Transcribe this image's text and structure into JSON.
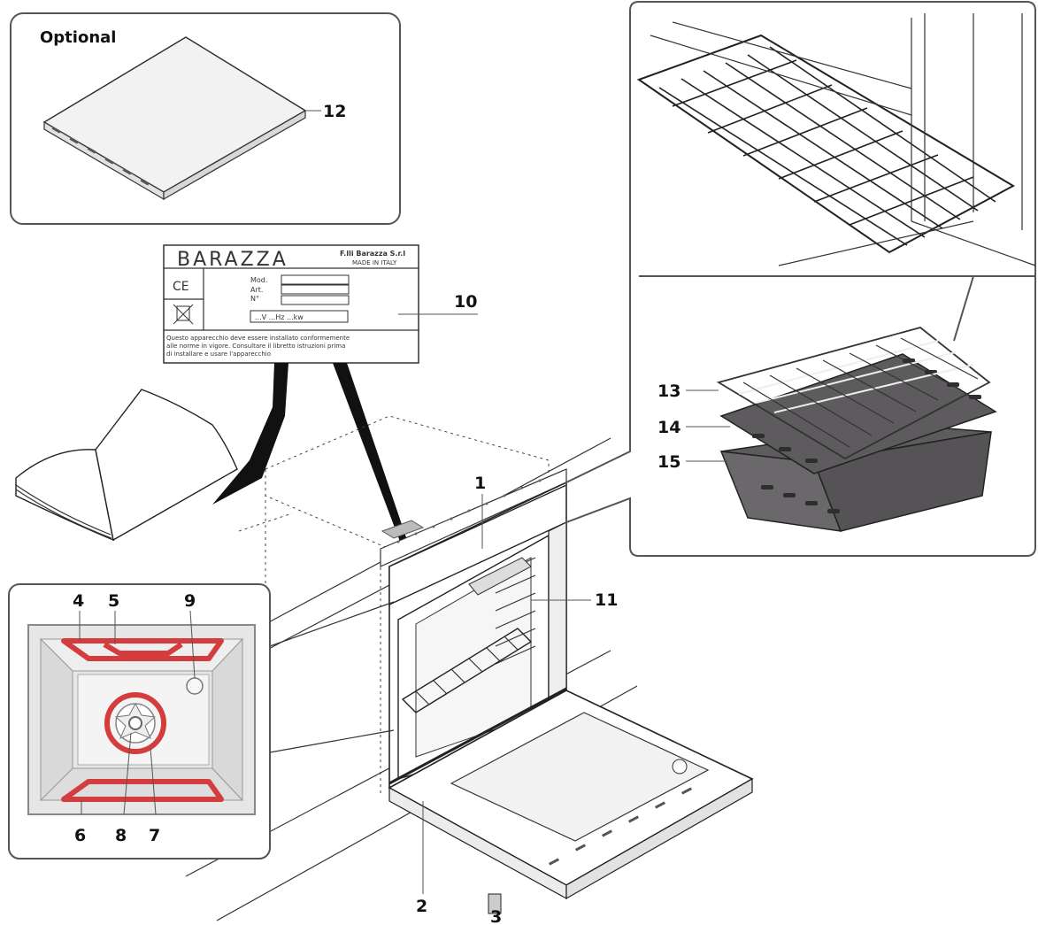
{
  "optional_label": "Optional",
  "callouts": {
    "c1": "1",
    "c2": "2",
    "c3": "3",
    "c4": "4",
    "c5": "5",
    "c6": "6",
    "c7": "7",
    "c8": "8",
    "c9": "9",
    "c10": "10",
    "c11": "11",
    "c12": "12",
    "c13": "13",
    "c14": "14",
    "c15": "15"
  },
  "rating_plate": {
    "brand": "BARAZZA",
    "company": "F.lli Barazza S.r.l",
    "made_in": "MADE IN ITALY",
    "ce_mark": "CE",
    "mod_label": "Mod.",
    "art_label": "Art.",
    "n_label": "N°",
    "electrical": "...V ...Hz ...kw",
    "notice_line1": "Questo apparecchio deve essere installato conformemente",
    "notice_line2": "alle norme in vigore. Consultare il libretto istruzioni prima",
    "notice_line3": "di installare e usare l'apparecchio"
  },
  "colors": {
    "heating_element": "#d43d3d",
    "tray_fill": "#5d5b5d",
    "panel_border": "#555555"
  }
}
